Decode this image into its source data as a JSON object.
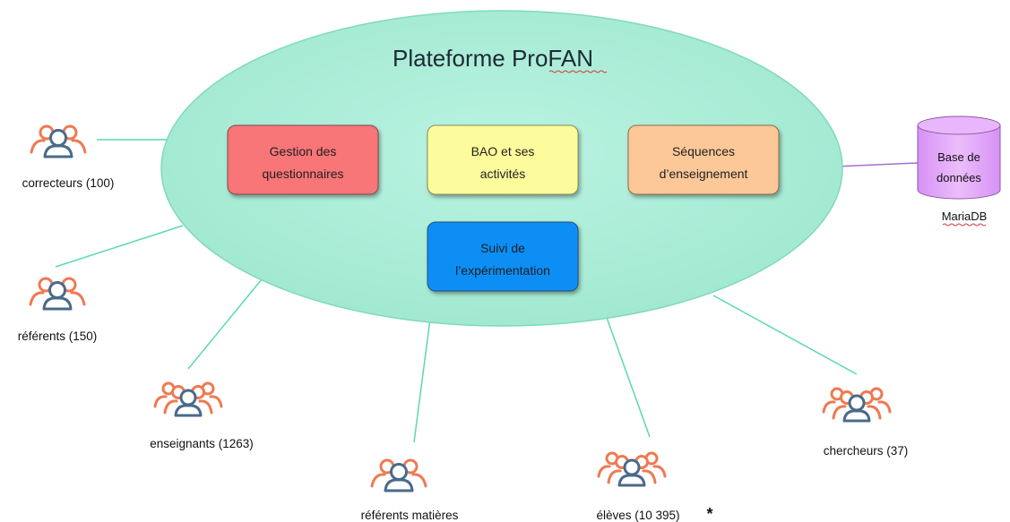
{
  "platform": {
    "title": "Plateforme ProFAN"
  },
  "modules": {
    "gestion": {
      "line1": "Gestion des",
      "line2": "questionnaires",
      "color": "#f87478"
    },
    "bao": {
      "line1": "BAO et ses",
      "line2": "activités",
      "color": "#fdfc9c"
    },
    "sequences": {
      "line1": "Séquences",
      "line2": "d’enseignement",
      "color": "#fcc898"
    },
    "suivi": {
      "line1": "Suivi de",
      "line2": "l’expérimentation",
      "color": "#0f8ef5"
    }
  },
  "database": {
    "line1": "Base de",
    "line2": "données",
    "caption": "MariaDB",
    "color": "#e0a4f8"
  },
  "actors": {
    "correcteurs": "correcteurs (100)",
    "referents": "référents (150)",
    "enseignants": "enseignants (1263)",
    "referents_matieres": "référents matières",
    "eleves": "élèves (10 395)",
    "eleves_note": "*",
    "chercheurs": "chercheurs (37)"
  },
  "colors": {
    "ellipse_fill": "#a6ecd6",
    "connector": "#5cd6b5",
    "db_connector": "#a66dd4",
    "person_front": "#4a6a8a",
    "person_back": "#ee7a52"
  }
}
